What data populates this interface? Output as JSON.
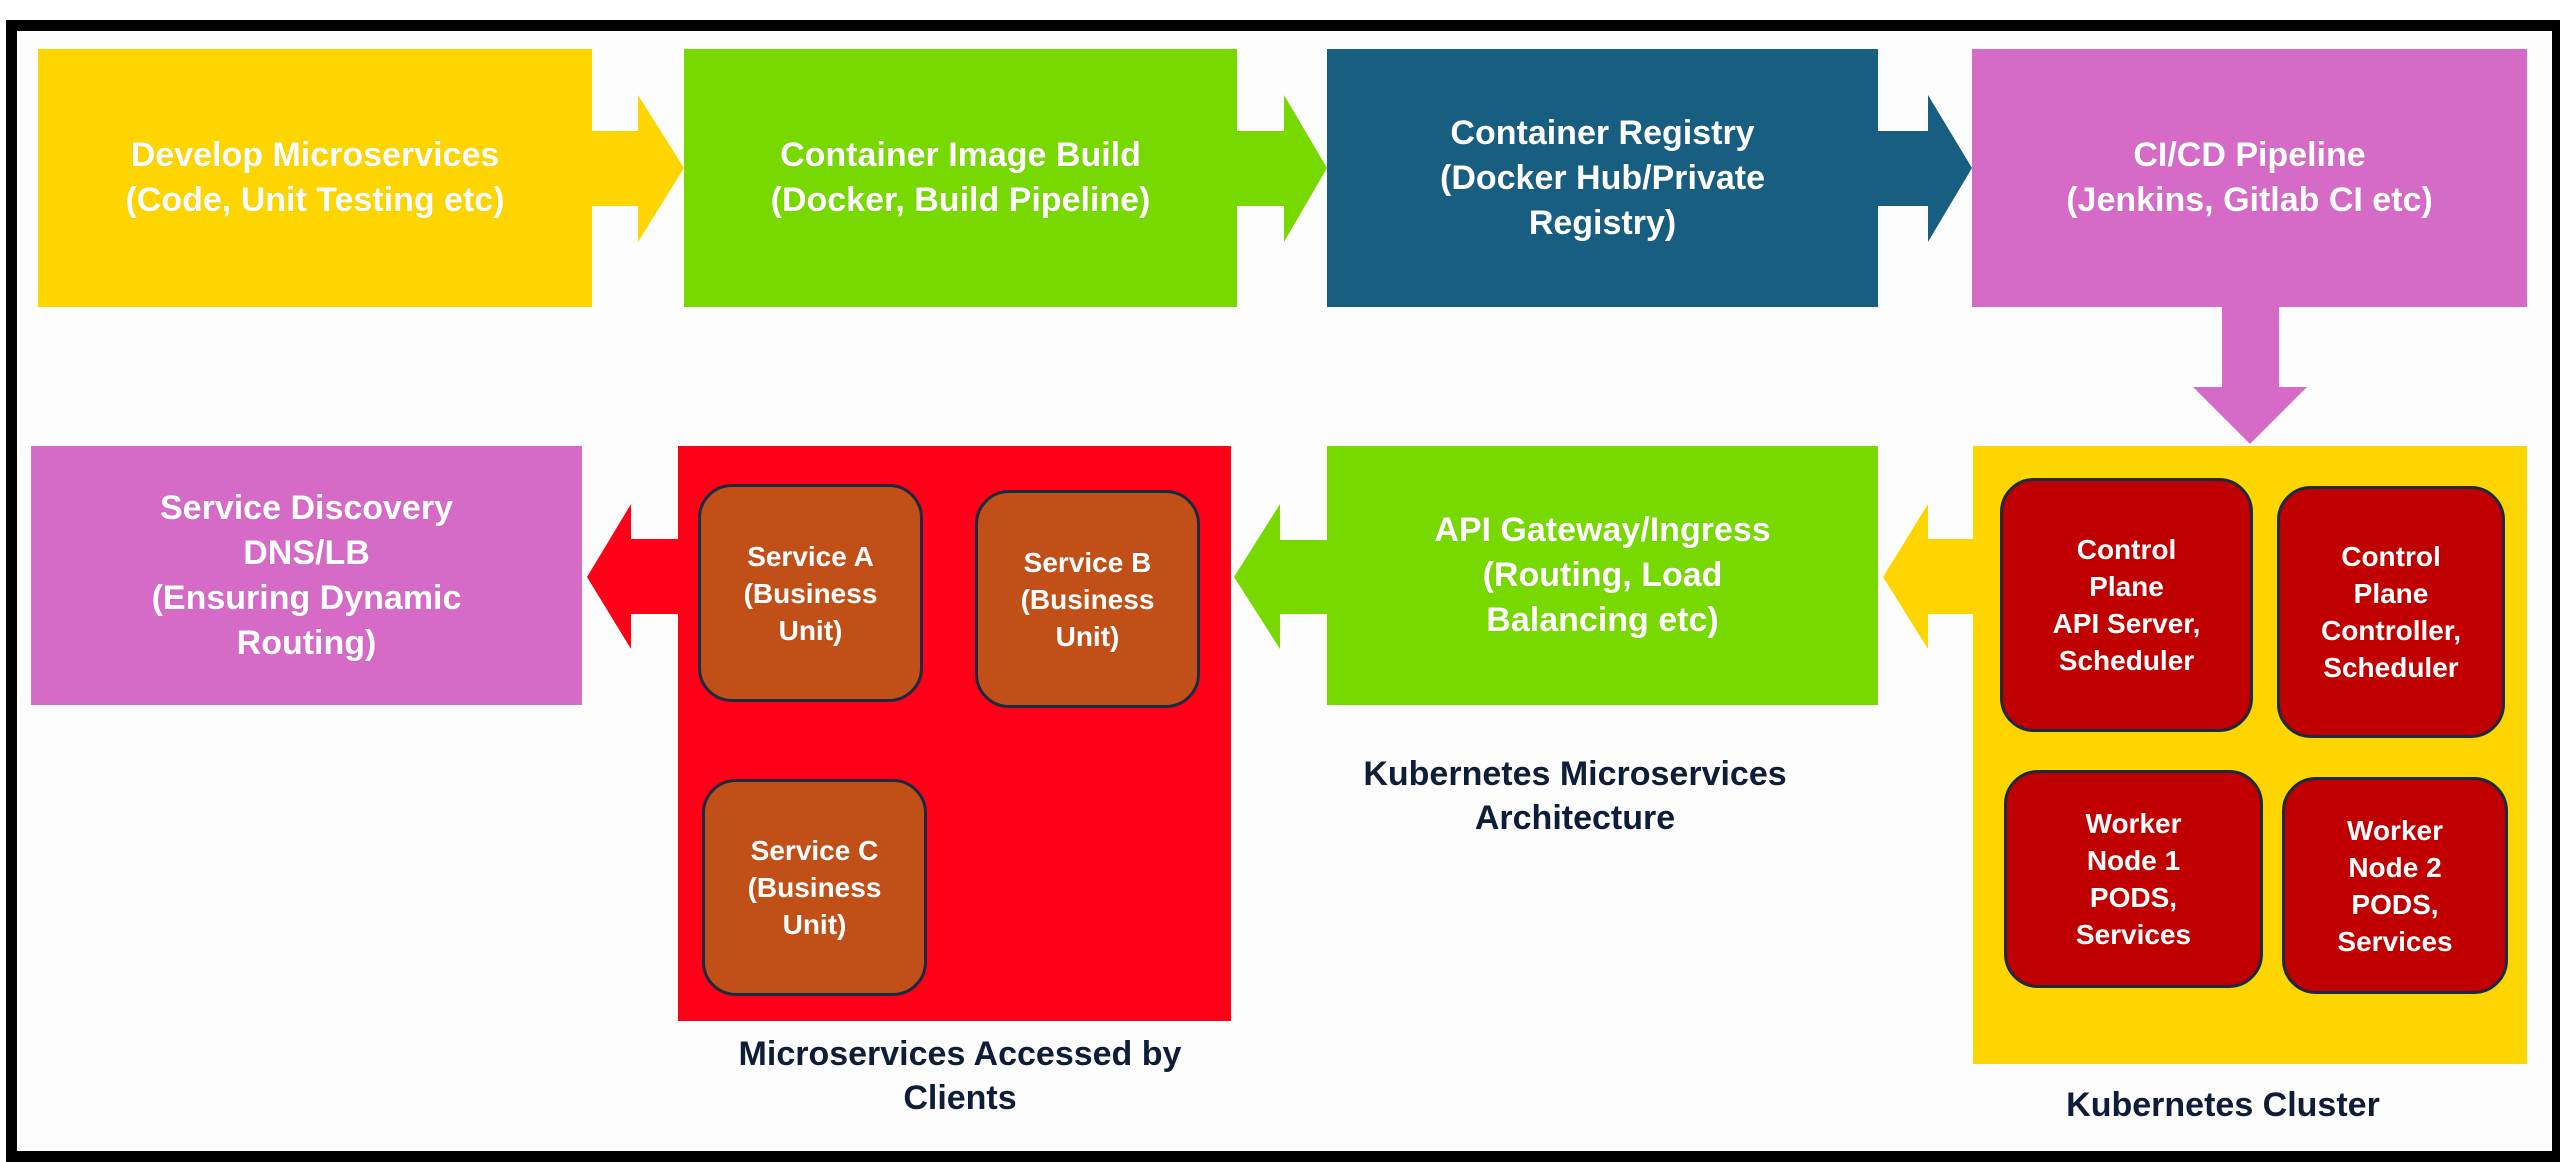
{
  "diagram": {
    "title": "Kubernetes Microservices Architecture",
    "colors": {
      "yellow": "#ffd500",
      "green": "#77d900",
      "teal": "#175e80",
      "pink": "#d66bc7",
      "red": "#ff0018",
      "service_unit": "#c05018",
      "k8s_unit": "#c00000",
      "caption_text": "#0f1d38"
    },
    "pipeline_top": [
      {
        "id": "develop",
        "text": "Develop Microservices\n(Code, Unit Testing etc)"
      },
      {
        "id": "image-build",
        "text": "Container Image Build\n(Docker, Build Pipeline)"
      },
      {
        "id": "registry",
        "text": "Container Registry\n(Docker Hub/Private\nRegistry)"
      },
      {
        "id": "cicd",
        "text": "CI/CD Pipeline\n(Jenkins, Gitlab CI etc)"
      }
    ],
    "pipeline_bottom": {
      "service_discovery": "Service Discovery\nDNS/LB\n(Ensuring Dynamic\nRouting)",
      "api_gateway": "API Gateway/Ingress\n(Routing, Load\nBalancing etc)"
    },
    "microservices": {
      "caption": "Microservices Accessed by\nClients",
      "services": [
        {
          "name": "Service A",
          "text": "Service A\n(Business\nUnit)"
        },
        {
          "name": "Service B",
          "text": "Service B\n(Business\nUnit)"
        },
        {
          "name": "Service C",
          "text": "Service C\n(Business\nUnit)"
        }
      ]
    },
    "cluster": {
      "caption": "Kubernetes Cluster",
      "nodes": [
        {
          "text": "Control\nPlane\nAPI Server,\nScheduler"
        },
        {
          "text": "Control\nPlane\nController,\nScheduler"
        },
        {
          "text": "Worker\nNode 1\nPODS,\nServices"
        },
        {
          "text": "Worker\nNode 2\nPODS,\nServices"
        }
      ]
    },
    "center_caption": "Kubernetes Microservices\nArchitecture",
    "flow": [
      "develop -> image-build",
      "image-build -> registry",
      "registry -> cicd",
      "cicd -> cluster",
      "cluster -> api-gateway",
      "api-gateway -> microservices",
      "microservices -> service-discovery"
    ]
  }
}
